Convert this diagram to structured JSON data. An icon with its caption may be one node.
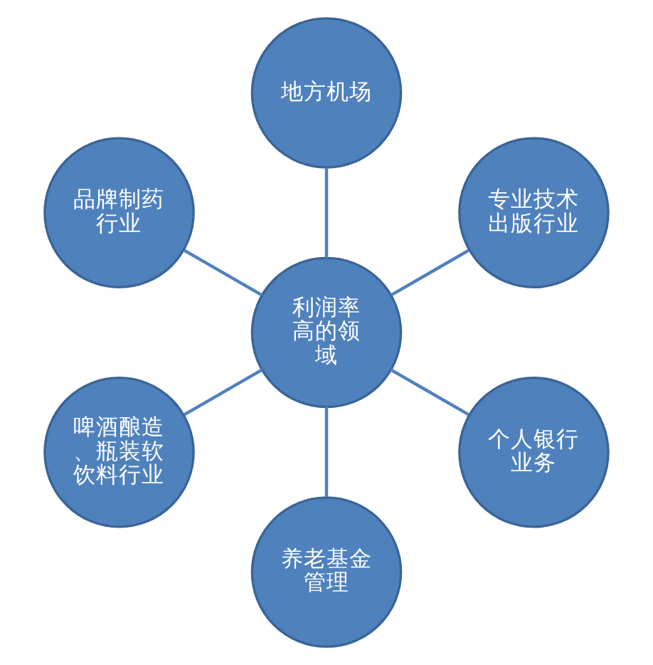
{
  "diagram": {
    "nodes": [
      {
        "text": [
          "利润率高的领域"
        ]
      },
      {
        "text": [
          "专业技术出版行业"
        ]
      },
      {
        "text": [
          "地方机场"
        ]
      },
      {
        "text": [
          "品牌制药行业"
        ]
      },
      {
        "text": [
          "啤酒酿造、瓶装软饮料行业"
        ]
      },
      {
        "text": [
          "养老基金管理"
        ]
      },
      {
        "text": [
          "个人银行业务"
        ]
      }
    ],
    "edges": [
      {
        "from": 0,
        "to": 1,
        "arrow": "none"
      },
      {
        "from": 0,
        "to": 2,
        "arrow": "none"
      },
      {
        "from": 0,
        "to": 3,
        "arrow": "none"
      },
      {
        "from": 0,
        "to": 4,
        "arrow": "none"
      },
      {
        "from": 0,
        "to": 5,
        "arrow": "none"
      },
      {
        "from": 0,
        "to": 6,
        "arrow": "none"
      }
    ]
  }
}
